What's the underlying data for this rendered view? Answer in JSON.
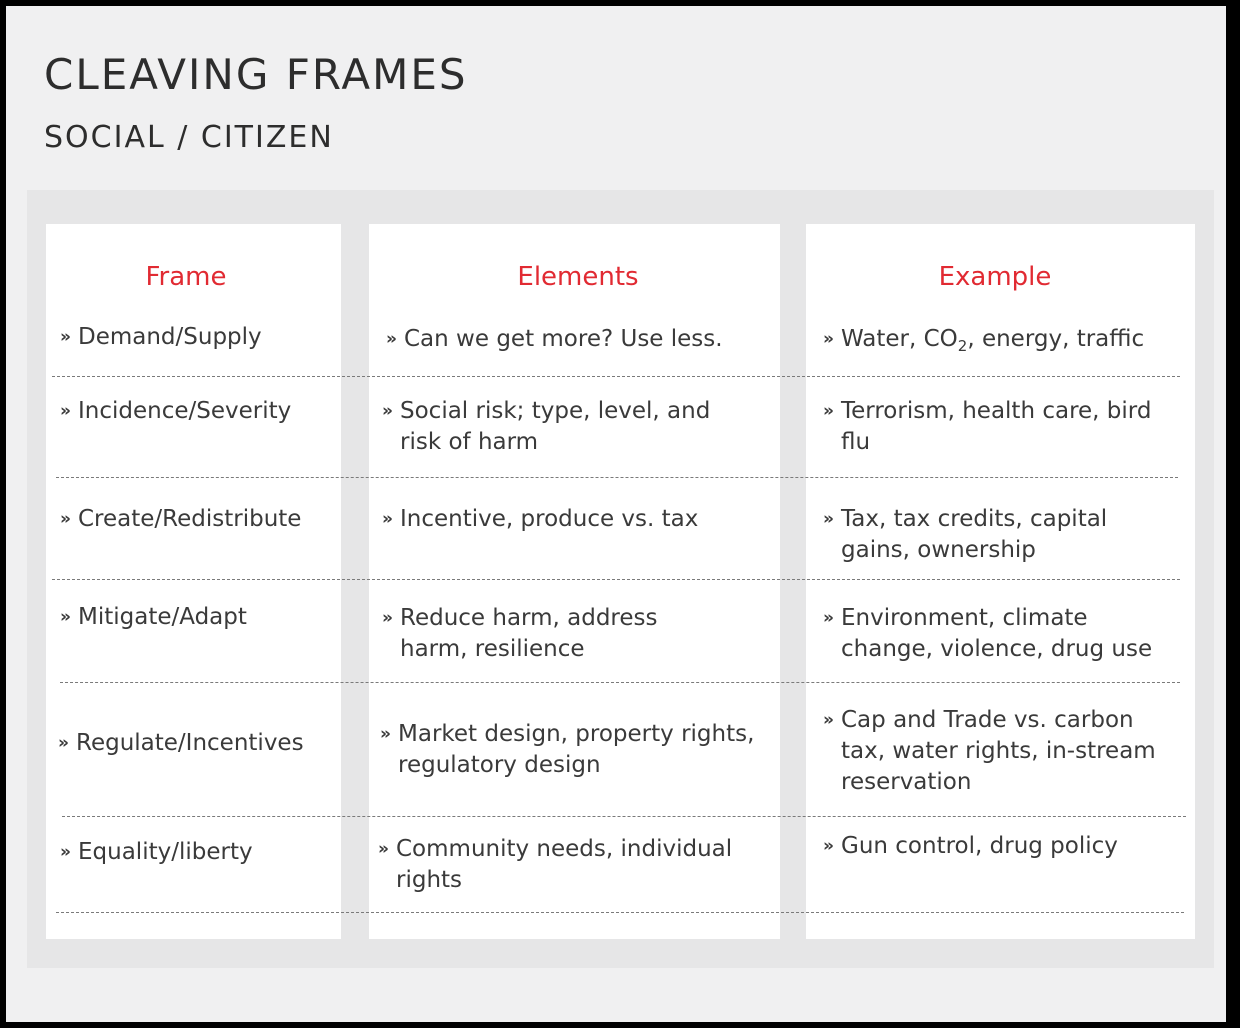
{
  "title": "CLEAVING FRAMES",
  "subtitle": "SOCIAL / CITIZEN",
  "headers": {
    "frame": "Frame",
    "elements": "Elements",
    "example": "Example"
  },
  "bullet": "»",
  "colors": {
    "header": "#e12a32",
    "text": "#3a3a3a",
    "card": "#f0f0f1",
    "panel": "#e6e6e7"
  },
  "rows": [
    {
      "frame": "Demand/Supply",
      "elements": "Can we get more? Use less.",
      "example_before": "Water, CO",
      "example_sub": "2",
      "example_after": ", energy, traffic"
    },
    {
      "frame": "Incidence/Severity",
      "elements": "Social risk; type, level, and risk of harm",
      "example": "Terrorism, health care, bird flu"
    },
    {
      "frame": "Create/Redistribute",
      "elements": "Incentive, produce vs. tax",
      "example": "Tax, tax credits, capital gains, ownership"
    },
    {
      "frame": "Mitigate/Adapt",
      "elements": "Reduce harm, address harm, resilience",
      "example": "Environment, climate change, violence, drug use"
    },
    {
      "frame": "Regulate/Incentives",
      "elements": "Market design, property rights, regulatory design",
      "example": "Cap and Trade vs. carbon tax, water rights, in-stream reservation"
    },
    {
      "frame": "Equality/liberty",
      "elements": "Community needs, individual rights",
      "example": "Gun control, drug policy"
    }
  ]
}
